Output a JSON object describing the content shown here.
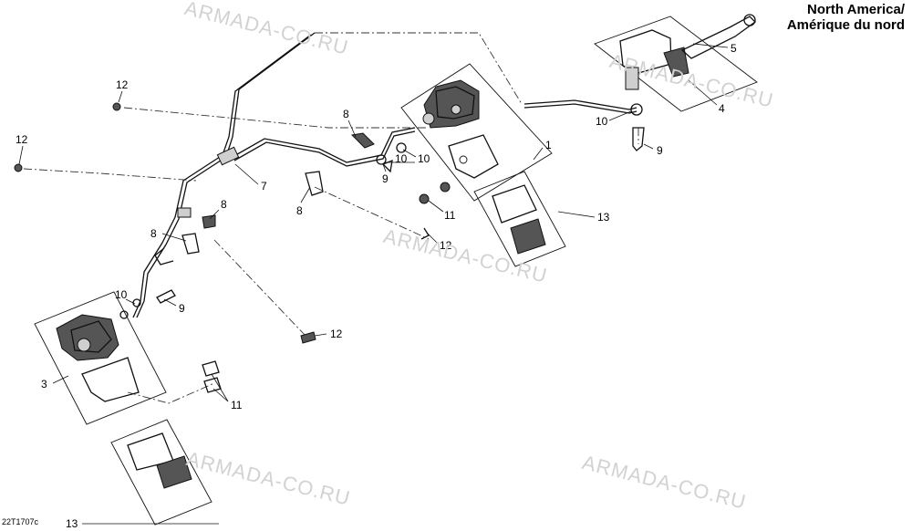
{
  "region": {
    "line1": "North America/",
    "line2": "Amérique du nord"
  },
  "watermark": "ARMADA-CO.RU",
  "diagram_code": "22T1707c",
  "callouts": [
    {
      "id": "c-12-a",
      "text": "12"
    },
    {
      "id": "c-12-b",
      "text": "12"
    },
    {
      "id": "c-8-a",
      "text": "8"
    },
    {
      "id": "c-7",
      "text": "7"
    },
    {
      "id": "c-8-b",
      "text": "8"
    },
    {
      "id": "c-8-c",
      "text": "8"
    },
    {
      "id": "c-8-d",
      "text": "8"
    },
    {
      "id": "c-10-a",
      "text": "10"
    },
    {
      "id": "c-9-a",
      "text": "9"
    },
    {
      "id": "c-10-b",
      "text": "10"
    },
    {
      "id": "c-1",
      "text": "1"
    },
    {
      "id": "c-11-a",
      "text": "11"
    },
    {
      "id": "c-12-c",
      "text": "12"
    },
    {
      "id": "c-13-a",
      "text": "13"
    },
    {
      "id": "c-5",
      "text": "5"
    },
    {
      "id": "c-4",
      "text": "4"
    },
    {
      "id": "c-10-c",
      "text": "10"
    },
    {
      "id": "c-9-b",
      "text": "9"
    },
    {
      "id": "c-10-d",
      "text": "10"
    },
    {
      "id": "c-9-c",
      "text": "9"
    },
    {
      "id": "c-12-d",
      "text": "12"
    },
    {
      "id": "c-3",
      "text": "3"
    },
    {
      "id": "c-11-b",
      "text": "11"
    },
    {
      "id": "c-13-b",
      "text": "13"
    }
  ]
}
